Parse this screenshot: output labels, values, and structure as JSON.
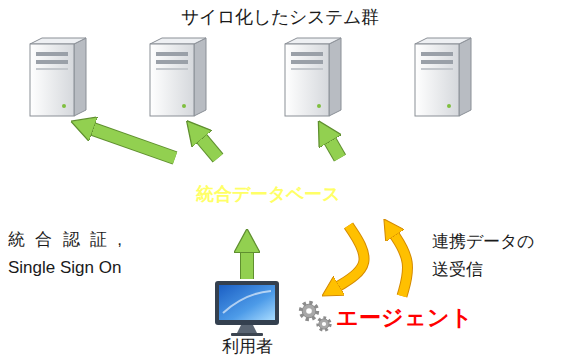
{
  "diagram": {
    "nodes": [
      {
        "text": [
          "統合データベース"
        ]
      },
      {
        "text": [
          "利用者"
        ]
      },
      {
        "text": [
          "エージェント"
        ]
      }
    ],
    "edges": [
      {
        "from": 1,
        "to": 0,
        "arrow": "to"
      },
      {
        "from": 0,
        "to": 2,
        "arrow": "to"
      },
      {
        "from": 2,
        "to": 0,
        "arrow": "to"
      }
    ],
    "labels": [
      "サイロ化したシステム群",
      "統合認証, Single Sign On",
      "連携データの 送受信"
    ]
  }
}
